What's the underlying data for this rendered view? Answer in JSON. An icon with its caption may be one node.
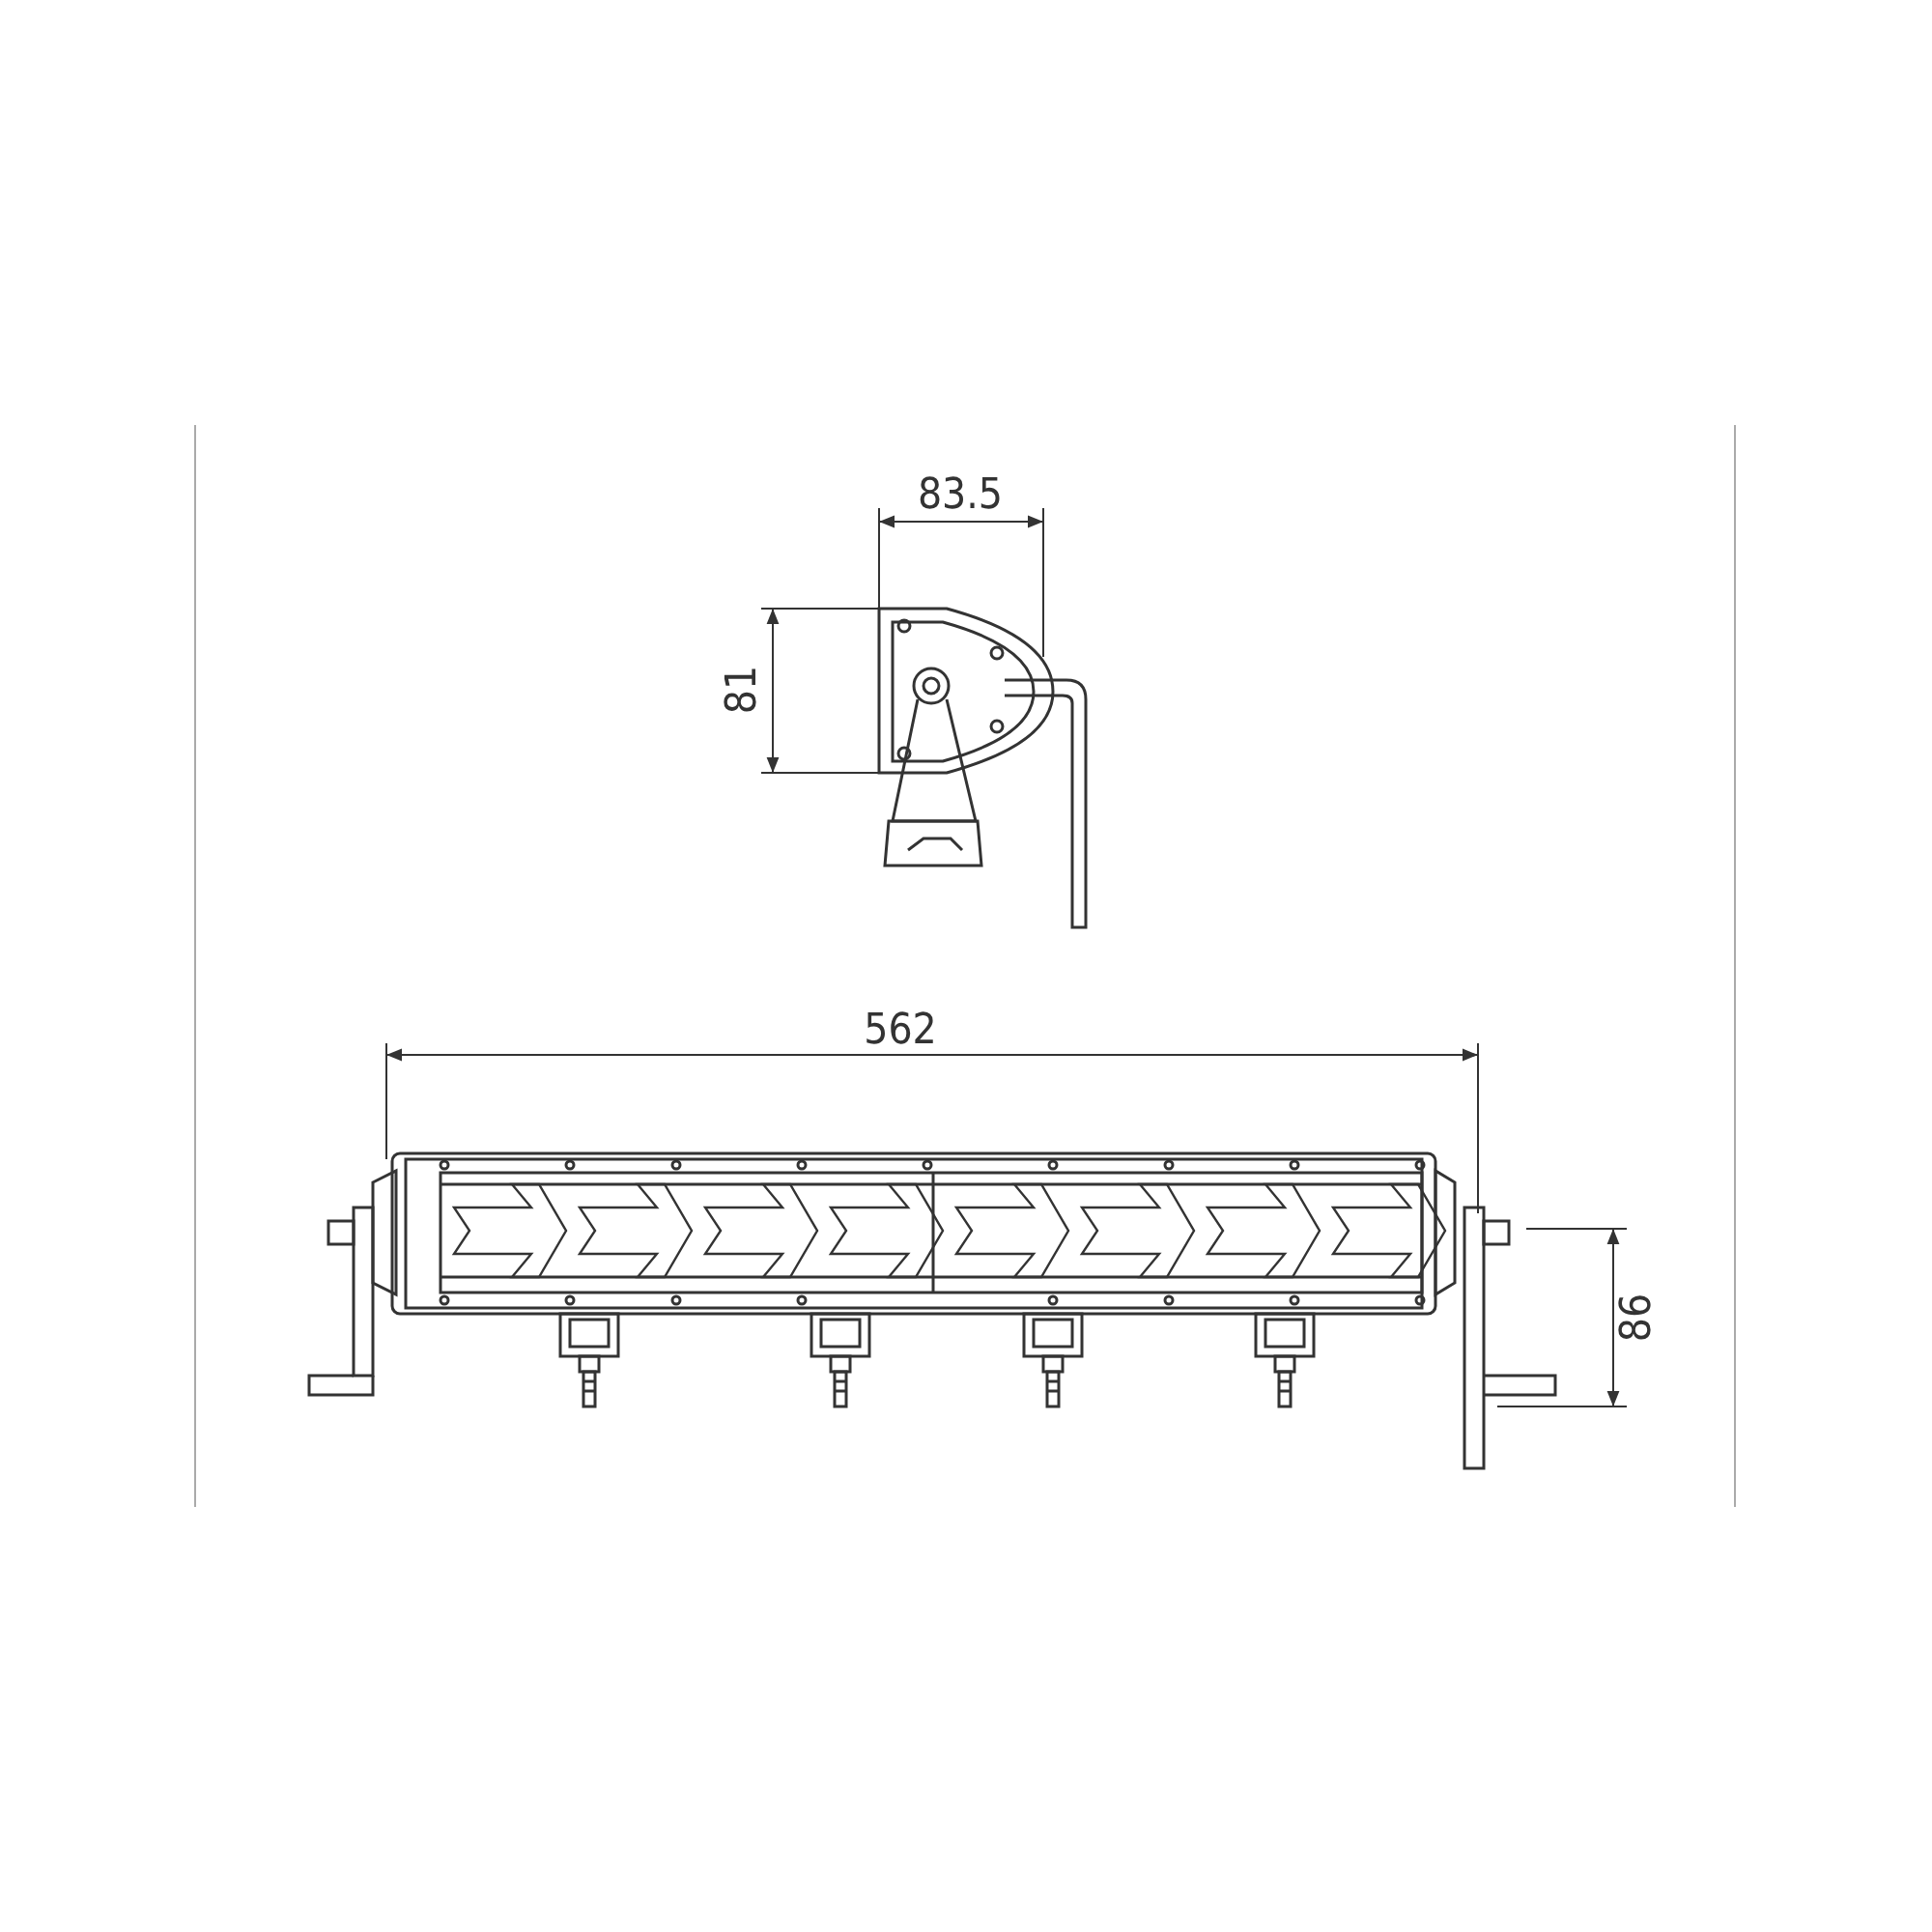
{
  "diagram": {
    "labels": [
      "83.5",
      "81",
      "562",
      "86"
    ]
  }
}
